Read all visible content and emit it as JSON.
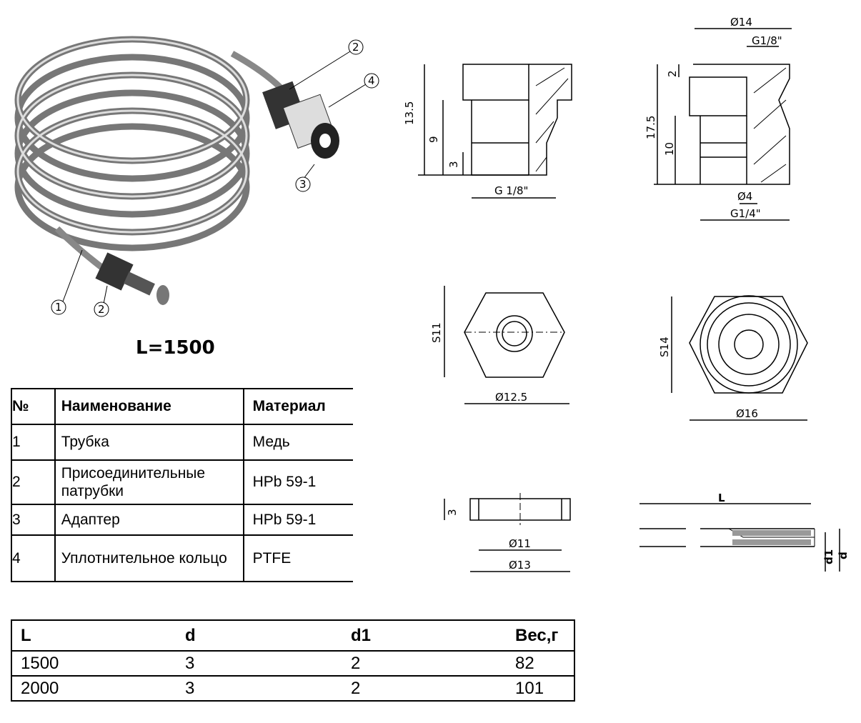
{
  "assembly": {
    "callouts": [
      "1",
      "2",
      "3",
      "4",
      "2"
    ],
    "length_caption": "L=1500"
  },
  "drawings": {
    "adapter_side": {
      "height_total": "13.5",
      "thread_len": "9",
      "bore_len": "3",
      "thread": "G 1/8\""
    },
    "fitting_side": {
      "diameter": "Ø14",
      "inner_thread": "G1/8\"",
      "top": "2",
      "height_total": "17.5",
      "thread_len": "10",
      "bore": "Ø4",
      "outer_thread": "G1/4\""
    },
    "adapter_top": {
      "hex": "S11",
      "diameter": "Ø12.5"
    },
    "fitting_top": {
      "hex": "S14",
      "diameter": "Ø16"
    },
    "ring": {
      "height": "3",
      "inner": "Ø11",
      "outer": "Ø13"
    },
    "tube": {
      "length": "L",
      "inner": "d1",
      "outer": "d"
    }
  },
  "parts_table": {
    "headers": [
      "№",
      "Наименование",
      "Материал"
    ],
    "rows": [
      {
        "no": "1",
        "name": "Трубка",
        "material": "Медь"
      },
      {
        "no": "2",
        "name": "Присоединительные патрубки",
        "material": "HPb 59-1"
      },
      {
        "no": "3",
        "name": "Адаптер",
        "material": "HPb 59-1"
      },
      {
        "no": "4",
        "name": "Уплотнительное кольцо",
        "material": "PTFE"
      }
    ]
  },
  "dims_table": {
    "headers": [
      "L",
      "d",
      "d1",
      "Вес,г"
    ],
    "rows": [
      [
        "1500",
        "3",
        "2",
        "82"
      ],
      [
        "2000",
        "3",
        "2",
        "101"
      ]
    ]
  }
}
